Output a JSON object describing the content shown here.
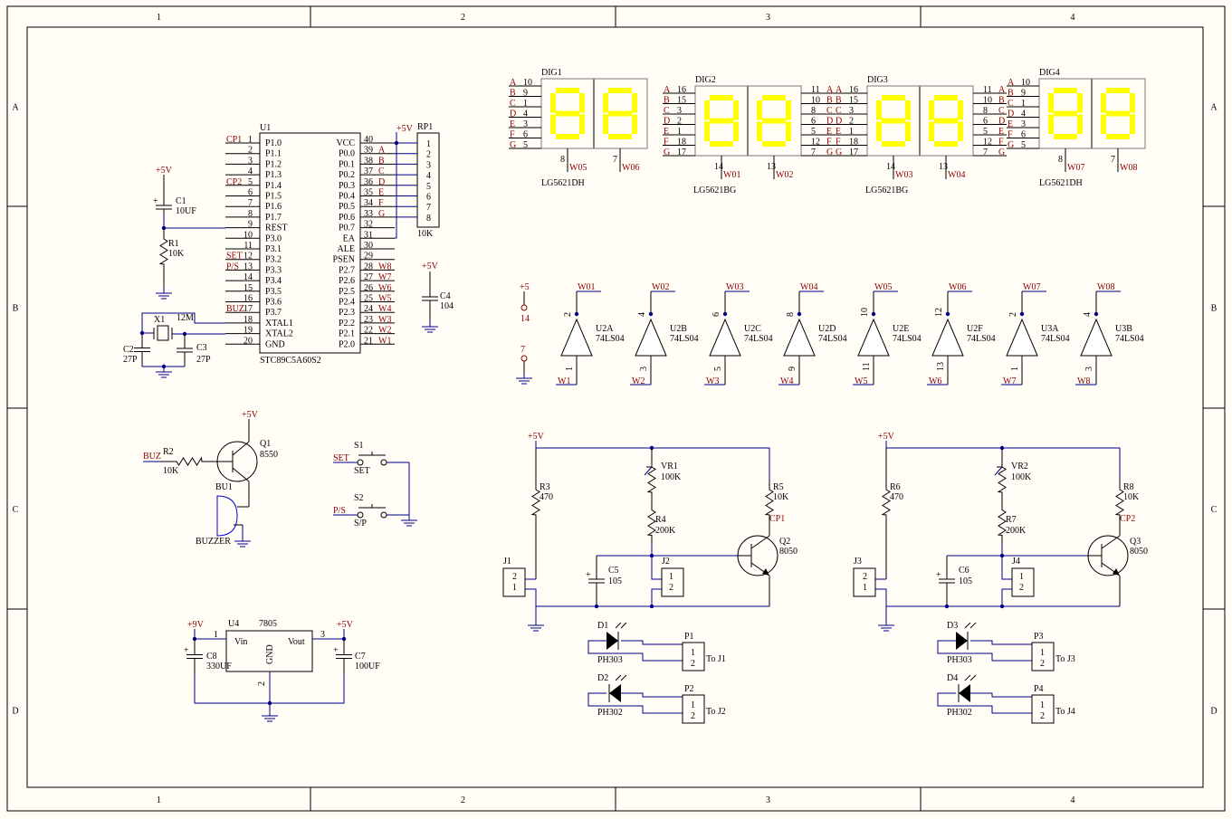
{
  "frame": {
    "cols": [
      "1",
      "2",
      "3",
      "4"
    ],
    "rows": [
      "A",
      "B",
      "C",
      "D"
    ]
  },
  "mcu": {
    "ref": "U1",
    "part": "STC89C5A60S2",
    "left_pins": [
      {
        "net": "CP1",
        "num": "1",
        "name": "P1.0"
      },
      {
        "net": "",
        "num": "2",
        "name": "P1.1"
      },
      {
        "net": "",
        "num": "3",
        "name": "P1.2"
      },
      {
        "net": "",
        "num": "4",
        "name": "P1.3"
      },
      {
        "net": "CP2",
        "num": "5",
        "name": "P1.4"
      },
      {
        "net": "",
        "num": "6",
        "name": "P1.5"
      },
      {
        "net": "",
        "num": "7",
        "name": "P1.6"
      },
      {
        "net": "",
        "num": "8",
        "name": "P1.7"
      },
      {
        "net": "",
        "num": "9",
        "name": "REST"
      },
      {
        "net": "",
        "num": "10",
        "name": "P3.0"
      },
      {
        "net": "",
        "num": "11",
        "name": "P3.1"
      },
      {
        "net": "SET",
        "num": "12",
        "name": "P3.2"
      },
      {
        "net": "P/S",
        "num": "13",
        "name": "P3.3"
      },
      {
        "net": "",
        "num": "14",
        "name": "P3.4"
      },
      {
        "net": "",
        "num": "15",
        "name": "P3.5"
      },
      {
        "net": "",
        "num": "16",
        "name": "P3.6"
      },
      {
        "net": "BUZ",
        "num": "17",
        "name": "P3.7"
      },
      {
        "net": "",
        "num": "18",
        "name": "XTAL1"
      },
      {
        "net": "",
        "num": "19",
        "name": "XTAL2"
      },
      {
        "net": "",
        "num": "20",
        "name": "GND"
      }
    ],
    "right_pins": [
      {
        "name": "VCC",
        "num": "40",
        "net": ""
      },
      {
        "name": "P0.0",
        "num": "39",
        "net": "A"
      },
      {
        "name": "P0.1",
        "num": "38",
        "net": "B"
      },
      {
        "name": "P0.2",
        "num": "37",
        "net": "C"
      },
      {
        "name": "P0.3",
        "num": "36",
        "net": "D"
      },
      {
        "name": "P0.4",
        "num": "35",
        "net": "E"
      },
      {
        "name": "P0.5",
        "num": "34",
        "net": "F"
      },
      {
        "name": "P0.6",
        "num": "33",
        "net": "G"
      },
      {
        "name": "P0.7",
        "num": "32",
        "net": ""
      },
      {
        "name": "EA",
        "num": "31",
        "net": ""
      },
      {
        "name": "ALE",
        "num": "30",
        "net": ""
      },
      {
        "name": "PSEN",
        "num": "29",
        "net": ""
      },
      {
        "name": "P2.7",
        "num": "28",
        "net": "W8"
      },
      {
        "name": "P2.6",
        "num": "27",
        "net": "W7"
      },
      {
        "name": "P2.5",
        "num": "26",
        "net": "W6"
      },
      {
        "name": "P2.4",
        "num": "25",
        "net": "W5"
      },
      {
        "name": "P2.3",
        "num": "24",
        "net": "W4"
      },
      {
        "name": "P2.2",
        "num": "23",
        "net": "W3"
      },
      {
        "name": "P2.1",
        "num": "22",
        "net": "W2"
      },
      {
        "name": "P2.0",
        "num": "21",
        "net": "W1"
      }
    ]
  },
  "rp1": {
    "ref": "RP1",
    "value": "10K",
    "pins": [
      "1",
      "2",
      "3",
      "4",
      "5",
      "6",
      "7",
      "8"
    ]
  },
  "power_5v": "+5V",
  "power_9v": "+9V",
  "reset": {
    "c1_ref": "C1",
    "c1_val": "10UF",
    "r1_ref": "R1",
    "r1_val": "10K"
  },
  "crystal": {
    "x1_ref": "X1",
    "x1_val": "12M",
    "c2_ref": "C2",
    "c2_val": "27P",
    "c3_ref": "C3",
    "c3_val": "27P"
  },
  "c4": {
    "ref": "C4",
    "val": "104"
  },
  "displays": [
    {
      "ref": "DIG1",
      "part": "LG5621DH",
      "pins": [
        [
          "A",
          "10"
        ],
        [
          "B",
          "9"
        ],
        [
          "C",
          "1"
        ],
        [
          "D",
          "4"
        ],
        [
          "E",
          "3"
        ],
        [
          "F",
          "6"
        ],
        [
          "G",
          "5"
        ]
      ],
      "right": [],
      "com": [
        [
          "8",
          "W05"
        ],
        [
          "7",
          "W06"
        ]
      ]
    },
    {
      "ref": "DIG2",
      "part": "LG5621BG",
      "pins": [
        [
          "A",
          "16"
        ],
        [
          "B",
          "15"
        ],
        [
          "C",
          "3"
        ],
        [
          "D",
          "2"
        ],
        [
          "E",
          "1"
        ],
        [
          "F",
          "18"
        ],
        [
          "G",
          "17"
        ]
      ],
      "right": [
        [
          "11",
          "A"
        ],
        [
          "10",
          "B"
        ],
        [
          "8",
          "C"
        ],
        [
          "6",
          "D"
        ],
        [
          "5",
          "E"
        ],
        [
          "12",
          "F"
        ],
        [
          "7",
          "G"
        ]
      ],
      "com": [
        [
          "14",
          "W01"
        ],
        [
          "13",
          "W02"
        ]
      ]
    },
    {
      "ref": "DIG3",
      "part": "LG5621BG",
      "pins": [
        [
          "A",
          "16"
        ],
        [
          "B",
          "15"
        ],
        [
          "C",
          "3"
        ],
        [
          "D",
          "2"
        ],
        [
          "E",
          "1"
        ],
        [
          "F",
          "18"
        ],
        [
          "G",
          "17"
        ]
      ],
      "right": [
        [
          "11",
          "A"
        ],
        [
          "10",
          "B"
        ],
        [
          "8",
          "C"
        ],
        [
          "6",
          "D"
        ],
        [
          "5",
          "E"
        ],
        [
          "12",
          "F"
        ],
        [
          "7",
          "G"
        ]
      ],
      "com": [
        [
          "14",
          "W03"
        ],
        [
          "13",
          "W04"
        ]
      ]
    },
    {
      "ref": "DIG4",
      "part": "LG5621DH",
      "pins": [
        [
          "A",
          "10"
        ],
        [
          "B",
          "9"
        ],
        [
          "C",
          "1"
        ],
        [
          "D",
          "4"
        ],
        [
          "E",
          "3"
        ],
        [
          "F",
          "6"
        ],
        [
          "G",
          "5"
        ]
      ],
      "right": [],
      "com": [
        [
          "8",
          "W07"
        ],
        [
          "7",
          "W08"
        ]
      ]
    }
  ],
  "inverters": [
    {
      "out": "W01",
      "outpin": "2",
      "ref": "U2A",
      "part": "74LS04",
      "inpin": "1",
      "in": "W1"
    },
    {
      "out": "W02",
      "outpin": "4",
      "ref": "U2B",
      "part": "74LS04",
      "inpin": "3",
      "in": "W2"
    },
    {
      "out": "W03",
      "outpin": "6",
      "ref": "U2C",
      "part": "74LS04",
      "inpin": "5",
      "in": "W3"
    },
    {
      "out": "W04",
      "outpin": "8",
      "ref": "U2D",
      "part": "74LS04",
      "inpin": "9",
      "in": "W4"
    },
    {
      "out": "W05",
      "outpin": "10",
      "ref": "U2E",
      "part": "74LS04",
      "inpin": "11",
      "in": "W5"
    },
    {
      "out": "W06",
      "outpin": "12",
      "ref": "U2F",
      "part": "74LS04",
      "inpin": "13",
      "in": "W6"
    },
    {
      "out": "W07",
      "outpin": "2",
      "ref": "U3A",
      "part": "74LS04",
      "inpin": "1",
      "in": "W7"
    },
    {
      "out": "W08",
      "outpin": "4",
      "ref": "U3B",
      "part": "74LS04",
      "inpin": "3",
      "in": "W8"
    }
  ],
  "inv_power": {
    "vcc": "+5",
    "vcc_pin": "14",
    "gnd_pin": "7"
  },
  "buzzer": {
    "r_ref": "R2",
    "r_val": "10K",
    "net": "BUZ",
    "q_ref": "Q1",
    "q_val": "8550",
    "bu_ref": "BU1",
    "bu_val": "BUZZER"
  },
  "switches": [
    {
      "net": "SET",
      "ref": "S1",
      "label": "SET"
    },
    {
      "net": "P/S",
      "ref": "S2",
      "label": "S/P"
    }
  ],
  "regulator": {
    "ref": "U4",
    "part": "7805",
    "vin": "Vin",
    "vout": "Vout",
    "gnd": "GND",
    "pin1": "1",
    "pin2": "2",
    "pin3": "3",
    "c8_ref": "C8",
    "c8_val": "330UF",
    "c7_ref": "C7",
    "c7_val": "100UF"
  },
  "sensors": [
    {
      "r3": "R3",
      "r3v": "470",
      "vr": "VR1",
      "vrv": "100K",
      "r4": "R4",
      "r4v": "200K",
      "r5": "R5",
      "r5v": "10K",
      "c": "C5",
      "cv": "105",
      "q": "Q2",
      "qv": "8050",
      "j1": "J1",
      "j2": "J2",
      "cp": "CP1",
      "pins": [
        "2",
        "1"
      ]
    },
    {
      "r3": "R6",
      "r3v": "470",
      "vr": "VR2",
      "vrv": "100K",
      "r4": "R7",
      "r4v": "200K",
      "r5": "R8",
      "r5v": "10K",
      "c": "C6",
      "cv": "105",
      "q": "Q3",
      "qv": "8050",
      "j1": "J3",
      "j2": "J4",
      "cp": "CP2",
      "pins": [
        "2",
        "1"
      ]
    }
  ],
  "leds": [
    {
      "ref": "D1",
      "part": "PH303",
      "p": "P1",
      "to": "To J1"
    },
    {
      "ref": "D2",
      "part": "PH302",
      "p": "P2",
      "to": "To J2"
    },
    {
      "ref": "D3",
      "part": "PH303",
      "p": "P3",
      "to": "To J3"
    },
    {
      "ref": "D4",
      "part": "PH302",
      "p": "P4",
      "to": "To J4"
    }
  ]
}
